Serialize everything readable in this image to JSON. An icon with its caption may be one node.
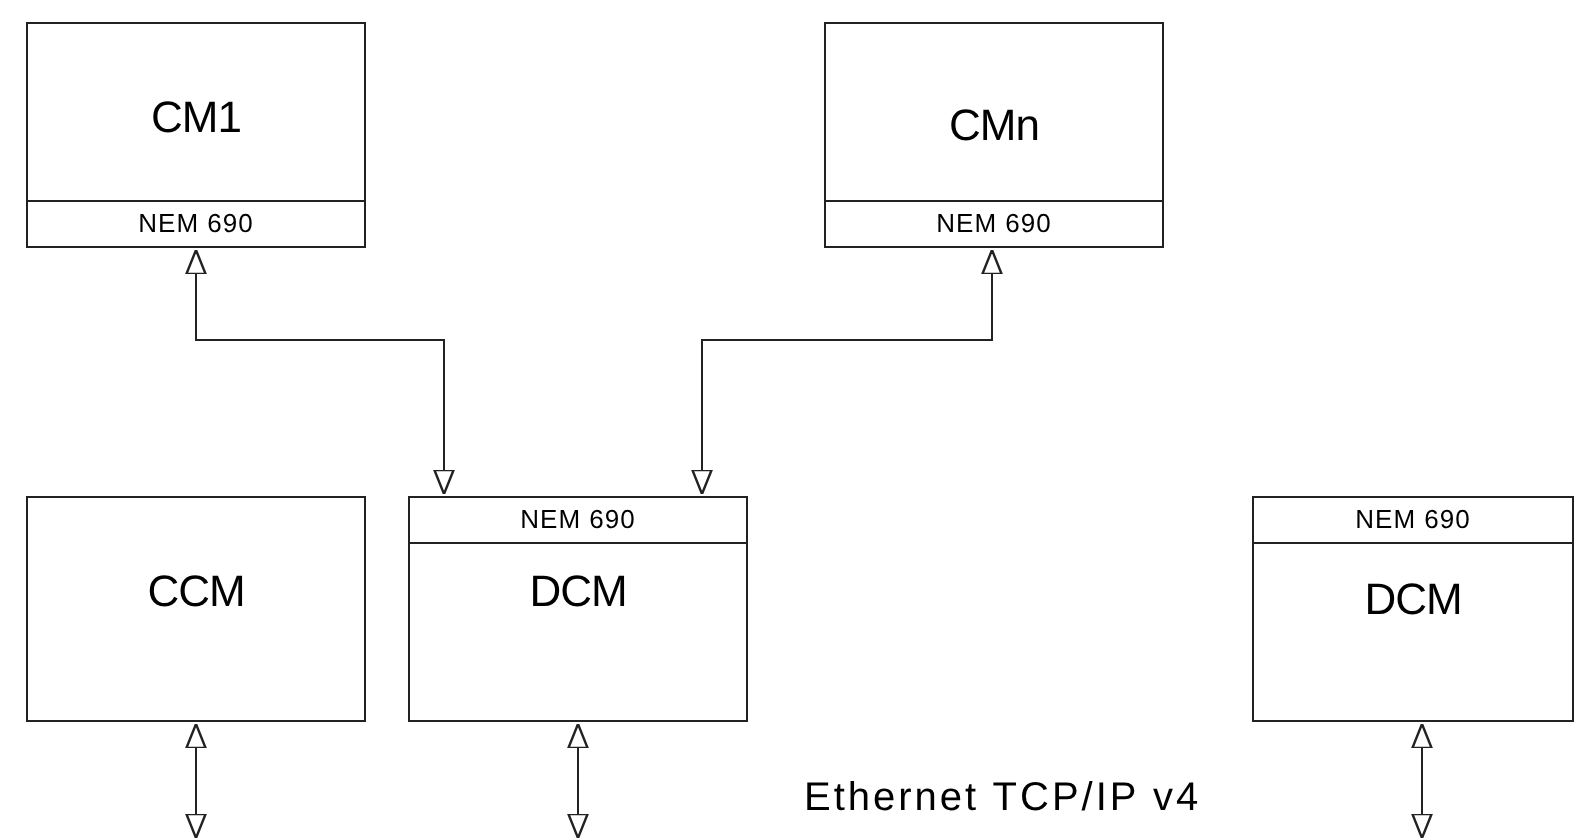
{
  "diagram": {
    "nodes": [
      {
        "text": [
          "CM1"
        ]
      },
      {
        "text": [
          "NEM 690"
        ],
        "in": 0
      },
      {
        "text": [
          "CMn"
        ]
      },
      {
        "text": [
          "NEM 690"
        ],
        "in": 2
      },
      {
        "text": [
          "CCM"
        ]
      },
      {
        "text": [
          "DCM"
        ]
      },
      {
        "text": [
          "NEM 690"
        ],
        "in": 5
      },
      {
        "text": [
          "DCM"
        ]
      },
      {
        "text": [
          "NEM 690"
        ],
        "in": 7
      }
    ],
    "edges": [
      {
        "from": 1,
        "to": 6,
        "arrow": "both"
      },
      {
        "from": 3,
        "to": 6,
        "arrow": "both"
      },
      {
        "from": 4,
        "to": null,
        "arrow": "both"
      },
      {
        "from": 5,
        "to": null,
        "arrow": "both"
      },
      {
        "from": 7,
        "to": null,
        "arrow": "both"
      }
    ],
    "labels": [
      "Ethernet TCP/IP v4"
    ]
  }
}
